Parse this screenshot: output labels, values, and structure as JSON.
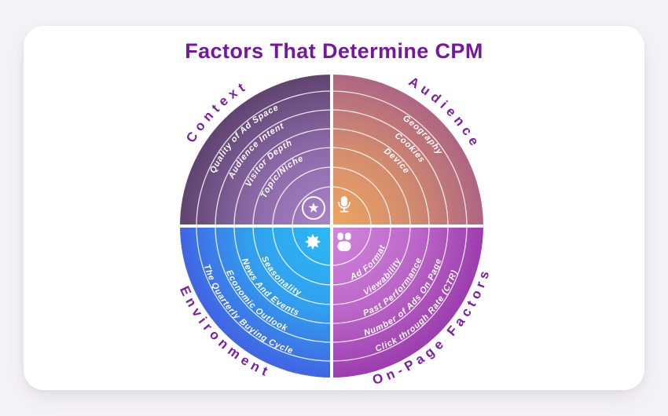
{
  "title": "Factors That Determine CPM",
  "quadrants": {
    "context": {
      "label": "Context",
      "icon": "star-icon",
      "rings": [
        "Quality of Ad Space",
        "Audience Intent",
        "Visitor Depth",
        "Topic/Niche"
      ]
    },
    "audience": {
      "label": "Audience",
      "icon": "microphone-icon",
      "rings": [
        "Geography",
        "Cookies",
        "Device"
      ]
    },
    "environment": {
      "label": "Environment",
      "icon": "sun-icon",
      "rings": [
        "Seasonality",
        "News And Events",
        "Economic Outlook",
        "The Quarterly Buying Cycle"
      ]
    },
    "onpage": {
      "label": "On-Page Factors",
      "icon": "mouse-icon",
      "rings": [
        "Ad Format",
        "Viewability",
        "Past Performance",
        "Number of Ads On Page",
        "Click through Rate (CTR)"
      ]
    }
  },
  "colors": {
    "title": "#76189f",
    "category_label": "#7a1fa0",
    "ring_label": "#ffffff",
    "ring_line": "#ffffff",
    "icon": "#ffffff",
    "context_center": "#ab85cd",
    "context_mid": "#8a68a5",
    "context_edge": "#5f4370",
    "audience_center": "#efa660",
    "audience_mid": "#d18a6f",
    "audience_edge": "#ae6584",
    "environment_center": "#2cbaf6",
    "environment_mid": "#31a0ee",
    "environment_edge": "#4164e4",
    "onpage_center": "#d287dc",
    "onpage_mid": "#bc68c9",
    "onpage_edge": "#9c3eae"
  }
}
